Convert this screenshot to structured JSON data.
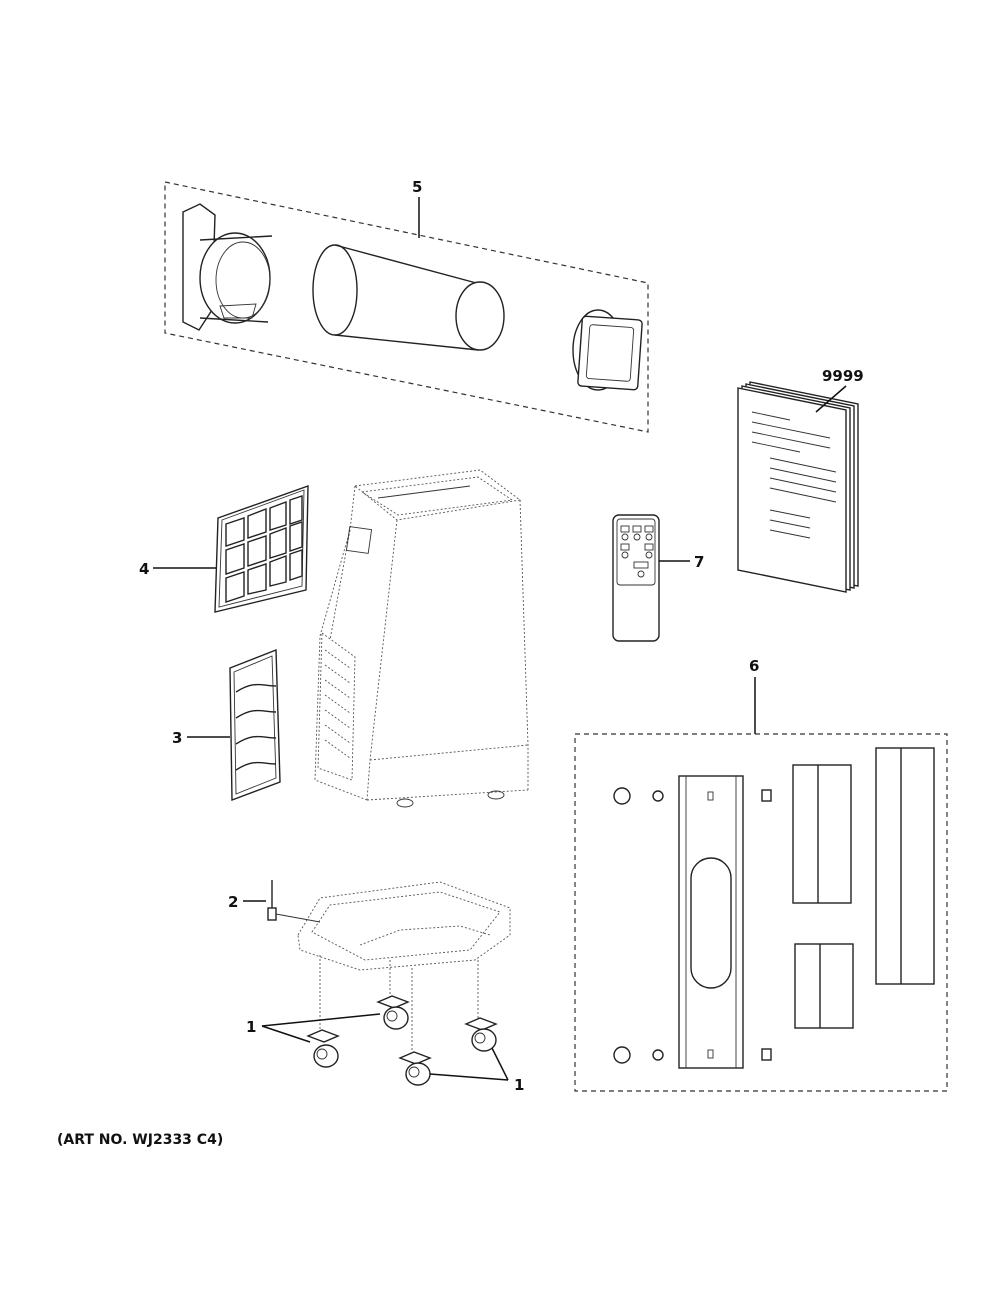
{
  "callouts": {
    "vent_kit": "5",
    "manual": "9999",
    "filter": "4",
    "remote": "7",
    "window_kit": "6",
    "side_filter": "3",
    "hose_part": "2",
    "casters_left": "1",
    "casters_right": "1"
  },
  "art_number": "(ART NO. WJ2333 C4)",
  "colors": {
    "line": "#222222",
    "background": "#ffffff"
  }
}
